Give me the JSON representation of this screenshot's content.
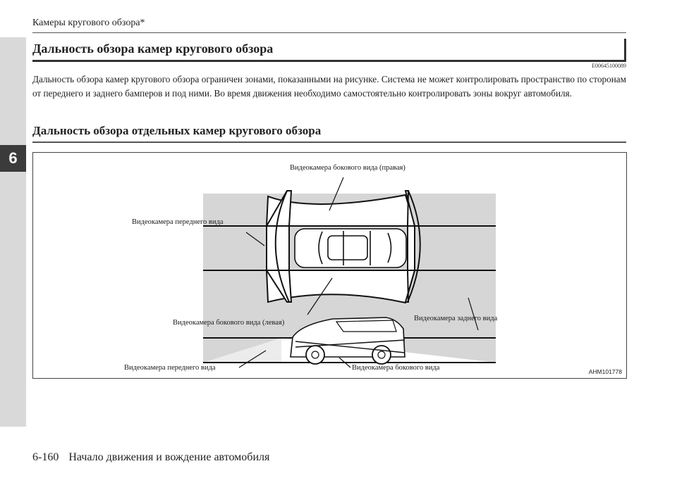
{
  "header": {
    "running_title": "Камеры кругового обзора*"
  },
  "chapter": {
    "number": "6"
  },
  "section": {
    "title": "Дальность обзора камер кругового обзора",
    "code": "E00645100089",
    "body": "Дальность обзора камер кругового обзора ограничен зонами, показанными на рисунке. Система не может контролировать пространство по сторонам от переднего и заднего бамперов и под ними. Во время движения необходимо самостоятельно контролировать зоны вокруг автомобиля."
  },
  "subsection": {
    "title": "Дальность обзора отдельных камер кругового обзора"
  },
  "figure": {
    "labels": {
      "side_right": "Видеокамера бокового вида (правая)",
      "front_top": "Видеокамера переднего вида",
      "side_left": "Видеокамера бокового вида (левая)",
      "rear": "Видеокамера заднего вида",
      "front_bottom": "Видеокамера переднего вида",
      "side_bottom": "Видеокамера бокового вида"
    },
    "code": "AHM101778"
  },
  "footer": {
    "page_number": "6-160",
    "chapter_title": "Начало движения и вождение автомобиля"
  }
}
